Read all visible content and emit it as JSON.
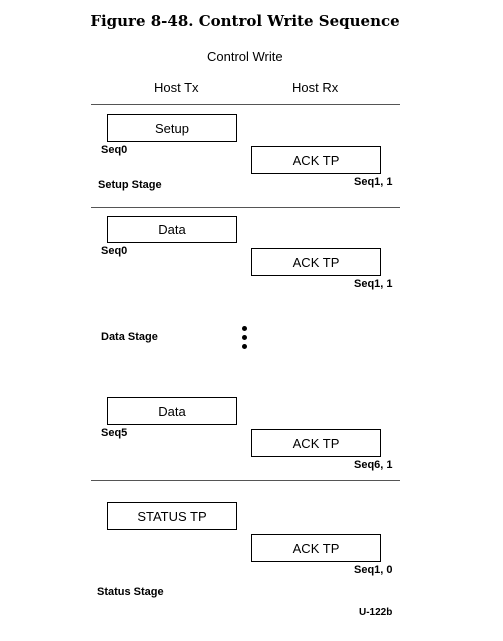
{
  "figure_title": "Figure 8-48.  Control Write Sequence",
  "diagram_title": "Control Write",
  "columns": {
    "host_tx": "Host Tx",
    "host_rx": "Host Rx"
  },
  "setup_stage": {
    "label": "Setup Stage",
    "tx_box": "Setup",
    "tx_seq": "Seq0",
    "rx_box": "ACK TP",
    "rx_seq": "Seq1, 1"
  },
  "data_stage": {
    "label": "Data Stage",
    "first": {
      "tx_box": "Data",
      "tx_seq": "Seq0",
      "rx_box": "ACK TP",
      "rx_seq": "Seq1, 1"
    },
    "last": {
      "tx_box": "Data",
      "tx_seq": "Seq5",
      "rx_box": "ACK TP",
      "rx_seq": "Seq6, 1"
    }
  },
  "status_stage": {
    "label": "Status Stage",
    "tx_box": "STATUS TP",
    "rx_box": "ACK TP",
    "rx_seq": "Seq1, 0"
  },
  "figure_id": "U-122b"
}
